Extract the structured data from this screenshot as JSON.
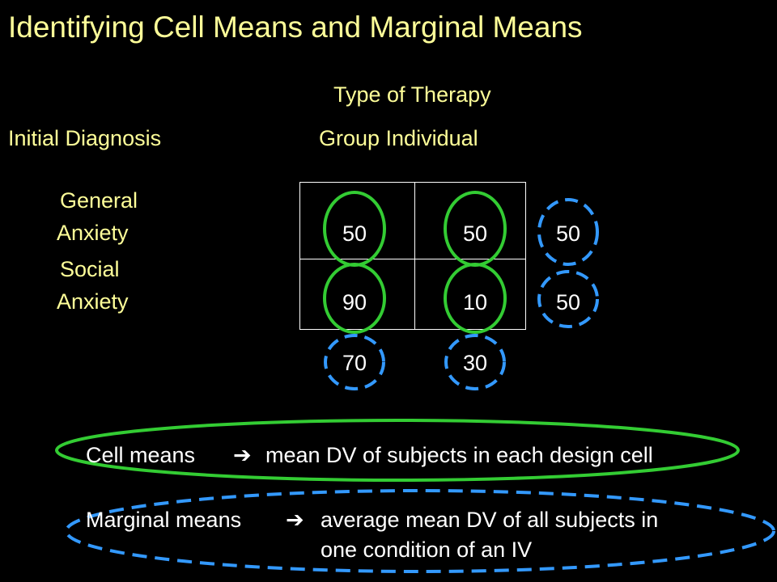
{
  "title": "Identifying Cell Means and Marginal Means",
  "column_factor": "Type of Therapy",
  "row_factor": "Initial Diagnosis",
  "columns_label": "Group Individual",
  "rows": [
    {
      "label_line1": "General",
      "label_line2": "Anxiety"
    },
    {
      "label_line1": "Social",
      "label_line2": "Anxiety"
    }
  ],
  "cells": [
    [
      "50",
      "50"
    ],
    [
      "90",
      "10"
    ]
  ],
  "row_marginals": [
    "50",
    "50"
  ],
  "column_marginals": [
    "70",
    "30"
  ],
  "definitions": {
    "cell": {
      "term": "Cell means",
      "arrow": "➔",
      "text": "mean DV of subjects in each design cell"
    },
    "marginal": {
      "term": "Marginal means",
      "arrow": "➔",
      "text_line1": "average mean DV of all subjects in",
      "text_line2": "one condition of an IV"
    }
  },
  "colors": {
    "title": "#ffff99",
    "cell_circle": "#33cc33",
    "marginal_circle": "#3399ff",
    "text": "#ffffff",
    "background": "#000000"
  }
}
